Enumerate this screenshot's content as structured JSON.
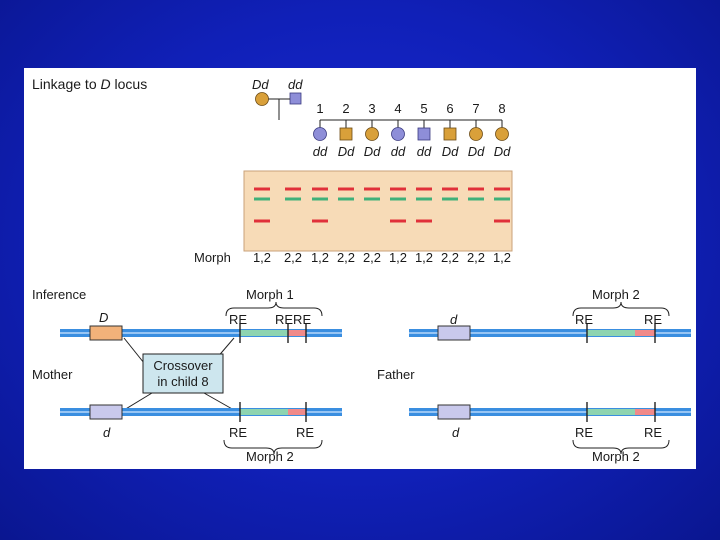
{
  "title": {
    "prefix": "Linkage to ",
    "gene": "D",
    "suffix": " locus"
  },
  "parents": [
    {
      "sex": "female",
      "genotype": "Dd",
      "affected": true
    },
    {
      "sex": "male",
      "genotype": "dd",
      "affected": false
    }
  ],
  "children": [
    {
      "number": "1",
      "sex": "female",
      "affected": false,
      "genotype": "dd",
      "morph": "1,2"
    },
    {
      "number": "2",
      "sex": "male",
      "affected": true,
      "genotype": "Dd",
      "morph": "2,2"
    },
    {
      "number": "3",
      "sex": "female",
      "affected": true,
      "genotype": "Dd",
      "morph": "2,2"
    },
    {
      "number": "4",
      "sex": "female",
      "affected": false,
      "genotype": "dd",
      "morph": "1,2"
    },
    {
      "number": "5",
      "sex": "male",
      "affected": false,
      "genotype": "dd",
      "morph": "1,2"
    },
    {
      "number": "6",
      "sex": "male",
      "affected": true,
      "genotype": "Dd",
      "morph": "2,2"
    },
    {
      "number": "7",
      "sex": "female",
      "affected": true,
      "genotype": "Dd",
      "morph": "2,2"
    },
    {
      "number": "8",
      "sex": "female",
      "affected": true,
      "genotype": "Dd",
      "morph": "1,2"
    }
  ],
  "parent_lanes": [
    {
      "bands": [
        "red",
        "green",
        "red"
      ]
    },
    {
      "bands": [
        "red",
        "green"
      ]
    }
  ],
  "child_lanes_bands": [
    [
      "red",
      "green",
      "red"
    ],
    [
      "red",
      "green"
    ],
    [
      "red",
      "green"
    ],
    [
      "red",
      "green",
      "red"
    ],
    [
      "red",
      "green",
      "red"
    ],
    [
      "red",
      "green"
    ],
    [
      "red",
      "green"
    ],
    [
      "red",
      "green",
      "red"
    ]
  ],
  "gel_morph_label": "Morph",
  "parent_morphs": [
    "1,2",
    "2,2"
  ],
  "inference": {
    "label": "Inference",
    "morph_label_left": "Morph 1",
    "morph_label_right": "Morph 2",
    "gene_allele_D": "D",
    "gene_allele_d": "d",
    "re": "RE",
    "re_pair": "RERE"
  },
  "mother": {
    "label": "Mother",
    "allele": "d",
    "re": "RE",
    "morph_label": "Morph 2"
  },
  "father": {
    "label": "Father",
    "allele": "d",
    "re": "RE",
    "morph_label": "Morph 2"
  },
  "crossover": {
    "line1": "Crossover",
    "line2": "in child 8"
  },
  "colors": {
    "affected": "#d9a03a",
    "unaffected": "#8e8ed8",
    "gel_bg": "#f7dbb7",
    "band_red": "#e0303a",
    "band_green": "#3fb07a",
    "chromosome": "#3a8ee0",
    "D_box": "#f2b27a",
    "d_box": "#c9c9ec",
    "probe_green": "#8ed4b0",
    "probe_red": "#f08a8a",
    "crossover_box": "#cde6ee"
  }
}
